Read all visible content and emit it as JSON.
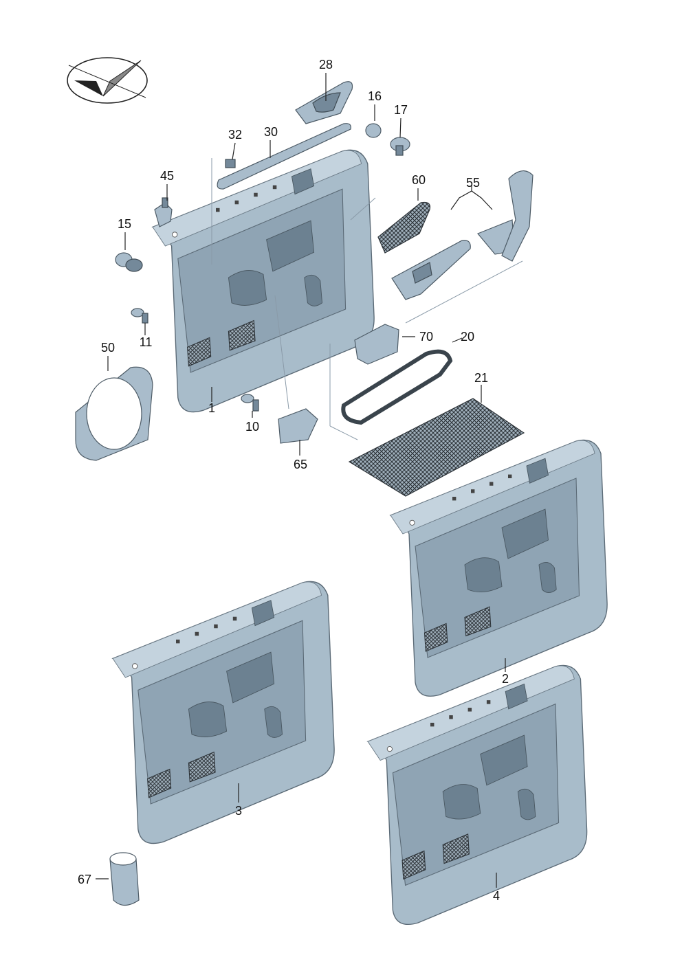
{
  "diagram": {
    "labels": {
      "p1": "1",
      "p2": "2",
      "p3": "3",
      "p4": "4",
      "p10": "10",
      "p11": "11",
      "p15": "15",
      "p16": "16",
      "p17": "17",
      "p20": "20",
      "p21": "21",
      "p28": "28",
      "p30": "30",
      "p32": "32",
      "p45": "45",
      "p50": "50",
      "p55": "55",
      "p60": "60",
      "p65": "65",
      "p67": "67",
      "p70": "70"
    },
    "icons": {
      "logo": "checkmark-emblem-icon"
    },
    "colors": {
      "panel": "#a8bcca",
      "panel_shadow": "#6c8191",
      "line": "#222222"
    }
  }
}
